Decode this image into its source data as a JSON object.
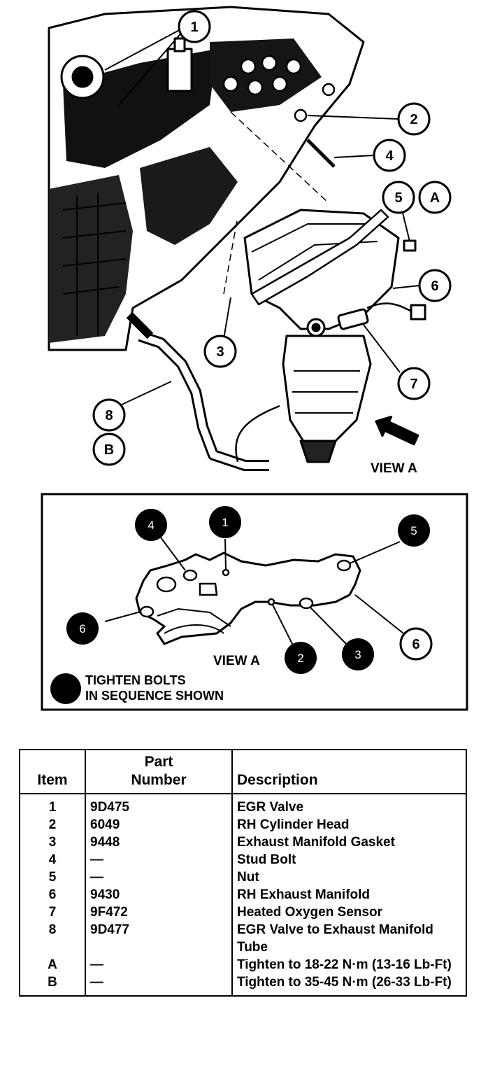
{
  "callouts": {
    "c1": "1",
    "c2": "2",
    "c3": "3",
    "c4": "4",
    "c5": "5",
    "cA": "A",
    "c6": "6",
    "c7": "7",
    "c8": "8",
    "cB": "B"
  },
  "view_label": "VIEW A",
  "inset": {
    "bolts": {
      "b1": "1",
      "b2": "2",
      "b3": "3",
      "b4": "4",
      "b5": "5",
      "b6": "6"
    },
    "callout_6": "6",
    "view_label": "VIEW A",
    "legend": {
      "line1": "TIGHTEN BOLTS",
      "line2": "IN SEQUENCE SHOWN"
    }
  },
  "table": {
    "headers": {
      "item": "Item",
      "part_line1": "Part",
      "part_line2": "Number",
      "description": "Description"
    },
    "rows": [
      {
        "item": "1",
        "part": "9D475",
        "desc": "EGR Valve"
      },
      {
        "item": "2",
        "part": "6049",
        "desc": "RH Cylinder Head"
      },
      {
        "item": "3",
        "part": "9448",
        "desc": "Exhaust Manifold Gasket"
      },
      {
        "item": "4",
        "part": "—",
        "desc": "Stud Bolt"
      },
      {
        "item": "5",
        "part": "—",
        "desc": "Nut"
      },
      {
        "item": "6",
        "part": "9430",
        "desc": "RH Exhaust Manifold"
      },
      {
        "item": "7",
        "part": "9F472",
        "desc": "Heated Oxygen Sensor"
      },
      {
        "item": "8",
        "part": "9D477",
        "desc": "EGR Valve to Exhaust Manifold Tube"
      },
      {
        "item": "A",
        "part": "—",
        "desc": "Tighten to 18-22 N·m (13-16 Lb-Ft)"
      },
      {
        "item": "B",
        "part": "—",
        "desc": "Tighten to 35-45 N·m (26-33 Lb-Ft)"
      }
    ]
  }
}
